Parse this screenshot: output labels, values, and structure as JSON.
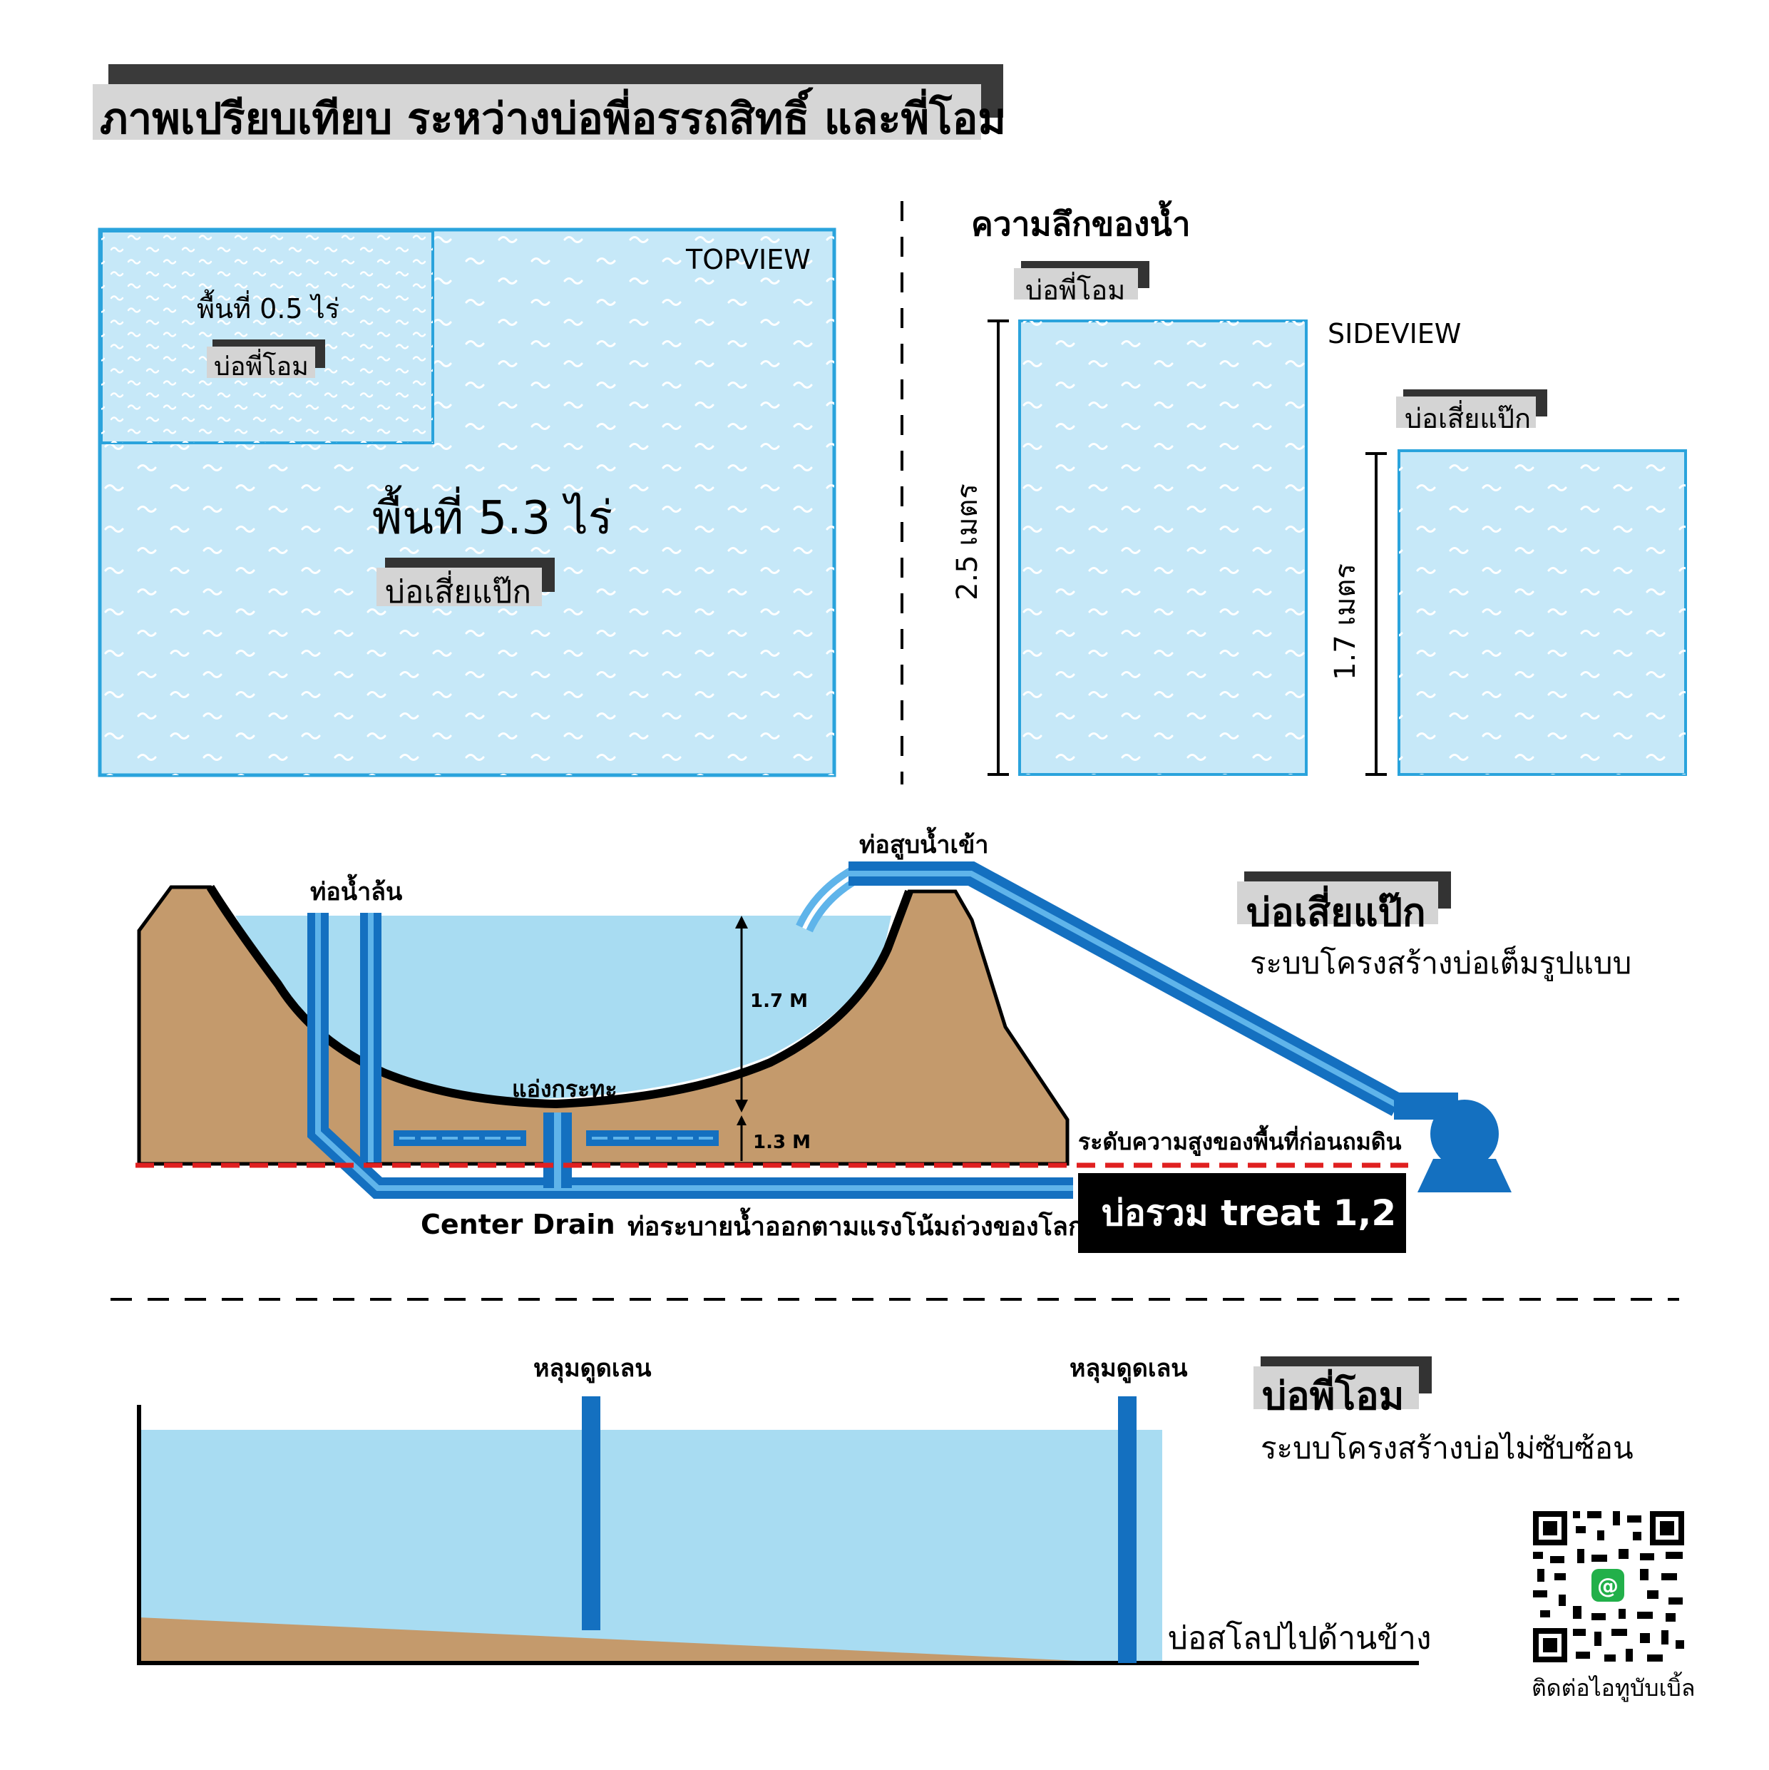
{
  "title": "ภาพเปรียบเทียบ ระหว่างบ่อพี่อรรถสิทธิ์ และพี่โอม",
  "topview": {
    "tag": "TOPVIEW",
    "large_area": "พื้นที่ 5.3 ไร่",
    "large_pond": "บ่อเสี่ยแป๊ก",
    "small_area": "พื้นที่ 0.5 ไร่",
    "small_pond": "บ่อพี่โอม"
  },
  "sideview": {
    "heading": "ความลึกของน้ำ",
    "tag": "SIDEVIEW",
    "pond_a": "บ่อพี่โอม",
    "depth_a": "2.5 เมตร",
    "pond_b": "บ่อเสี่ยแป๊ก",
    "depth_b": "1.7 เมตร"
  },
  "section1": {
    "inlet_pipe": "ท่อสูบน้ำเข้า",
    "overflow_pipe": "ท่อน้ำล้น",
    "basin": "แอ่งกระทะ",
    "water_depth": "1.7 M",
    "base_height": "1.3 M",
    "ground_level": "ระดับความสูงของพื้นที่ก่อนถมดิน",
    "center_drain": "Center Drain",
    "gravity_drain": "ท่อระบายน้ำออกตามแรงโน้มถ่วงของโลก",
    "treat_box": "บ่อรวม treat 1,2",
    "pond_name": "บ่อเสี่ยแป๊ก",
    "description": "ระบบโครงสร้างบ่อเต็มรูปแบบ"
  },
  "section2": {
    "pipe_a": "หลุมดูดเลน",
    "pipe_b": "หลุมดูดเลน",
    "pond_name": "บ่อพี่โอม",
    "description": "ระบบโครงสร้างบ่อไม่ซับซ้อน",
    "slope_note": "บ่อสโลปไปด้านข้าง"
  },
  "contact": {
    "caption": "ติดต่อไอทูบับเบิ้ล"
  },
  "colors": {
    "water": "#c6e8f8",
    "water_deep": "#a8dcf2",
    "pond_border": "#2aa3dc",
    "soil": "#c49a6c",
    "pipe": "#1470c0",
    "pipe_light": "#5fb4ea",
    "red_dash": "#e02020"
  }
}
